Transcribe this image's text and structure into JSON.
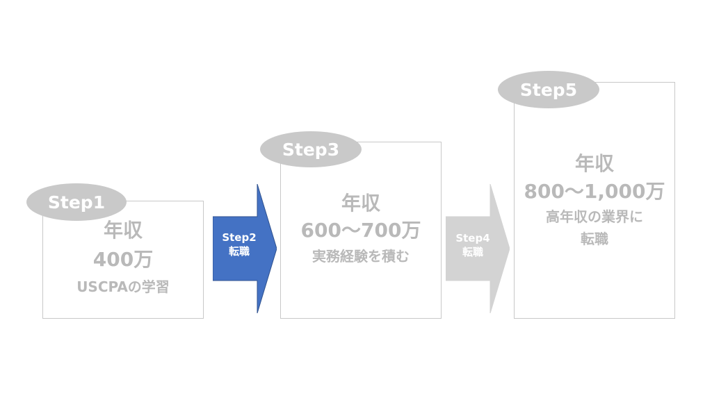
{
  "colors": {
    "pill": "#c9c9c9",
    "box_border": "#c8c8c8",
    "text_gray": "#b9b9b9",
    "arrow_blue": "#4472c4",
    "arrow_gray": "#d3d3d3",
    "white": "#ffffff"
  },
  "steps": {
    "step1": {
      "badge": "Step1",
      "line1": "年収",
      "line2": "400万",
      "line3": "USCPAの学習"
    },
    "step2": {
      "label1": "Step2",
      "label2": "転職"
    },
    "step3": {
      "badge": "Step3",
      "line1": "年収",
      "line2": "600～700万",
      "line3": "実務経験を積む"
    },
    "step4": {
      "label1": "Step4",
      "label2": "転職"
    },
    "step5": {
      "badge": "Step5",
      "line1": "年収",
      "line2": "800～1,000万",
      "line3": "高年収の業界に",
      "line4": "転職"
    }
  }
}
